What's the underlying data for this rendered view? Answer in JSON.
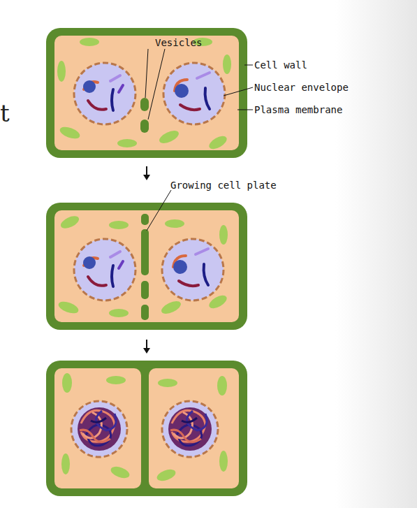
{
  "diagram": {
    "labels": [
      "t",
      "Vesicles",
      "Cell wall",
      "Nuclear envelope",
      "Plasma membrane",
      "Growing cell plate"
    ]
  }
}
